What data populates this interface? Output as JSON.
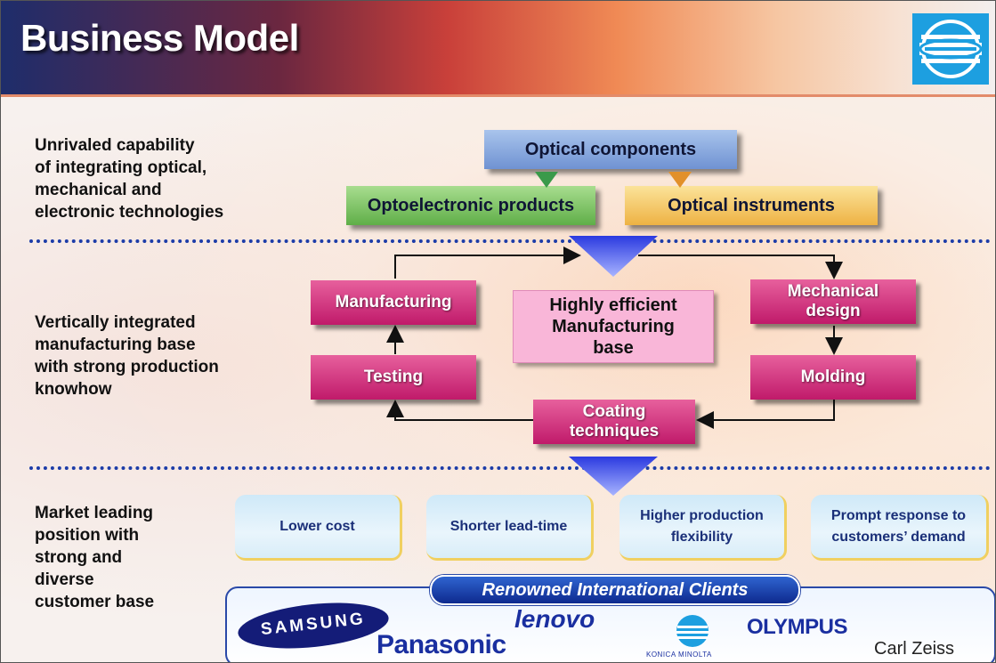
{
  "slide": {
    "title": "Business Model",
    "logo_icon": "konica-minolta-globe-icon"
  },
  "section1": {
    "label_lines": [
      "Unrivaled capability",
      "of integrating optical,",
      "mechanical and",
      "electronic technologies"
    ],
    "optical_components": "Optical components",
    "optoelectronic_products": "Optoelectronic products",
    "optical_instruments": "Optical instruments"
  },
  "section2": {
    "label_lines": [
      "Vertically integrated",
      "manufacturing base",
      "with strong production",
      "knowhow"
    ],
    "center_lines": [
      "Highly efficient",
      "Manufacturing",
      "base"
    ],
    "manufacturing": "Manufacturing",
    "testing": "Testing",
    "mechanical_design_lines": [
      "Mechanical",
      "design"
    ],
    "molding": "Molding",
    "coating_lines": [
      "Coating",
      "techniques"
    ]
  },
  "section3": {
    "label_lines": [
      "Market leading",
      "position with",
      "strong and",
      "diverse",
      "customer base"
    ],
    "advantages": [
      {
        "lines": [
          "Lower cost"
        ]
      },
      {
        "lines": [
          "Shorter lead-time"
        ]
      },
      {
        "lines": [
          "Higher production",
          "flexibility"
        ]
      },
      {
        "lines": [
          "Prompt response to",
          "customers’ demand"
        ]
      }
    ],
    "clients_banner": "Renowned International Clients",
    "clients": {
      "samsung": "SAMSUNG",
      "panasonic": "Panasonic",
      "lenovo": "lenovo",
      "konica_minolta": "KONICA MINOLTA",
      "olympus": "OLYMPUS",
      "carl_zeiss": "Carl Zeiss"
    }
  },
  "colors": {
    "accent_blue": "#1c3ca8",
    "pink_box": "#c01a6a",
    "arrow_blue": "#4a5be8",
    "optoelectronic_green": "#7fc46b",
    "instruments_yellow": "#f3c15a",
    "components_blue": "#8eaee0"
  }
}
